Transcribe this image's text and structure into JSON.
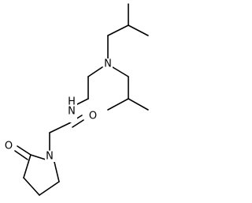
{
  "structure": {
    "atoms": {
      "n_amine": "N",
      "n_amide": "N",
      "h_amide": "H",
      "o_amide": "O",
      "n_ring": "N",
      "o_ring": "O"
    }
  },
  "colors": {
    "bond": "#000000",
    "text": "#000000",
    "background": "#ffffff"
  }
}
